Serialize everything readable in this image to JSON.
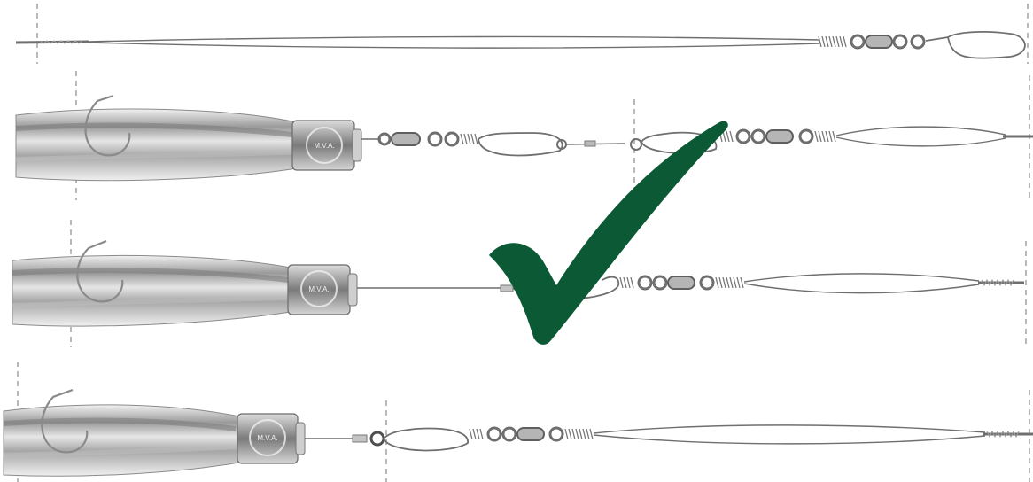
{
  "diagram": {
    "rigs": [
      {
        "id": "leader-only",
        "has_lure": false
      },
      {
        "id": "lure-rig-a",
        "has_lure": true,
        "lure_head_text": "M.V.A."
      },
      {
        "id": "lure-rig-b",
        "has_lure": true,
        "lure_head_text": "M.V.A."
      },
      {
        "id": "lure-rig-c",
        "has_lure": true,
        "lure_head_text": "M.V.A."
      }
    ],
    "marker": {
      "icon": "checkmark-icon",
      "color": "#0b5a35"
    },
    "colors": {
      "line": "#6f6f6f",
      "metal": "#9a9a9a",
      "guide": "#8a8a8a",
      "skirt_light": "#e8e8e8",
      "skirt_dark": "#8c8c8c"
    }
  }
}
